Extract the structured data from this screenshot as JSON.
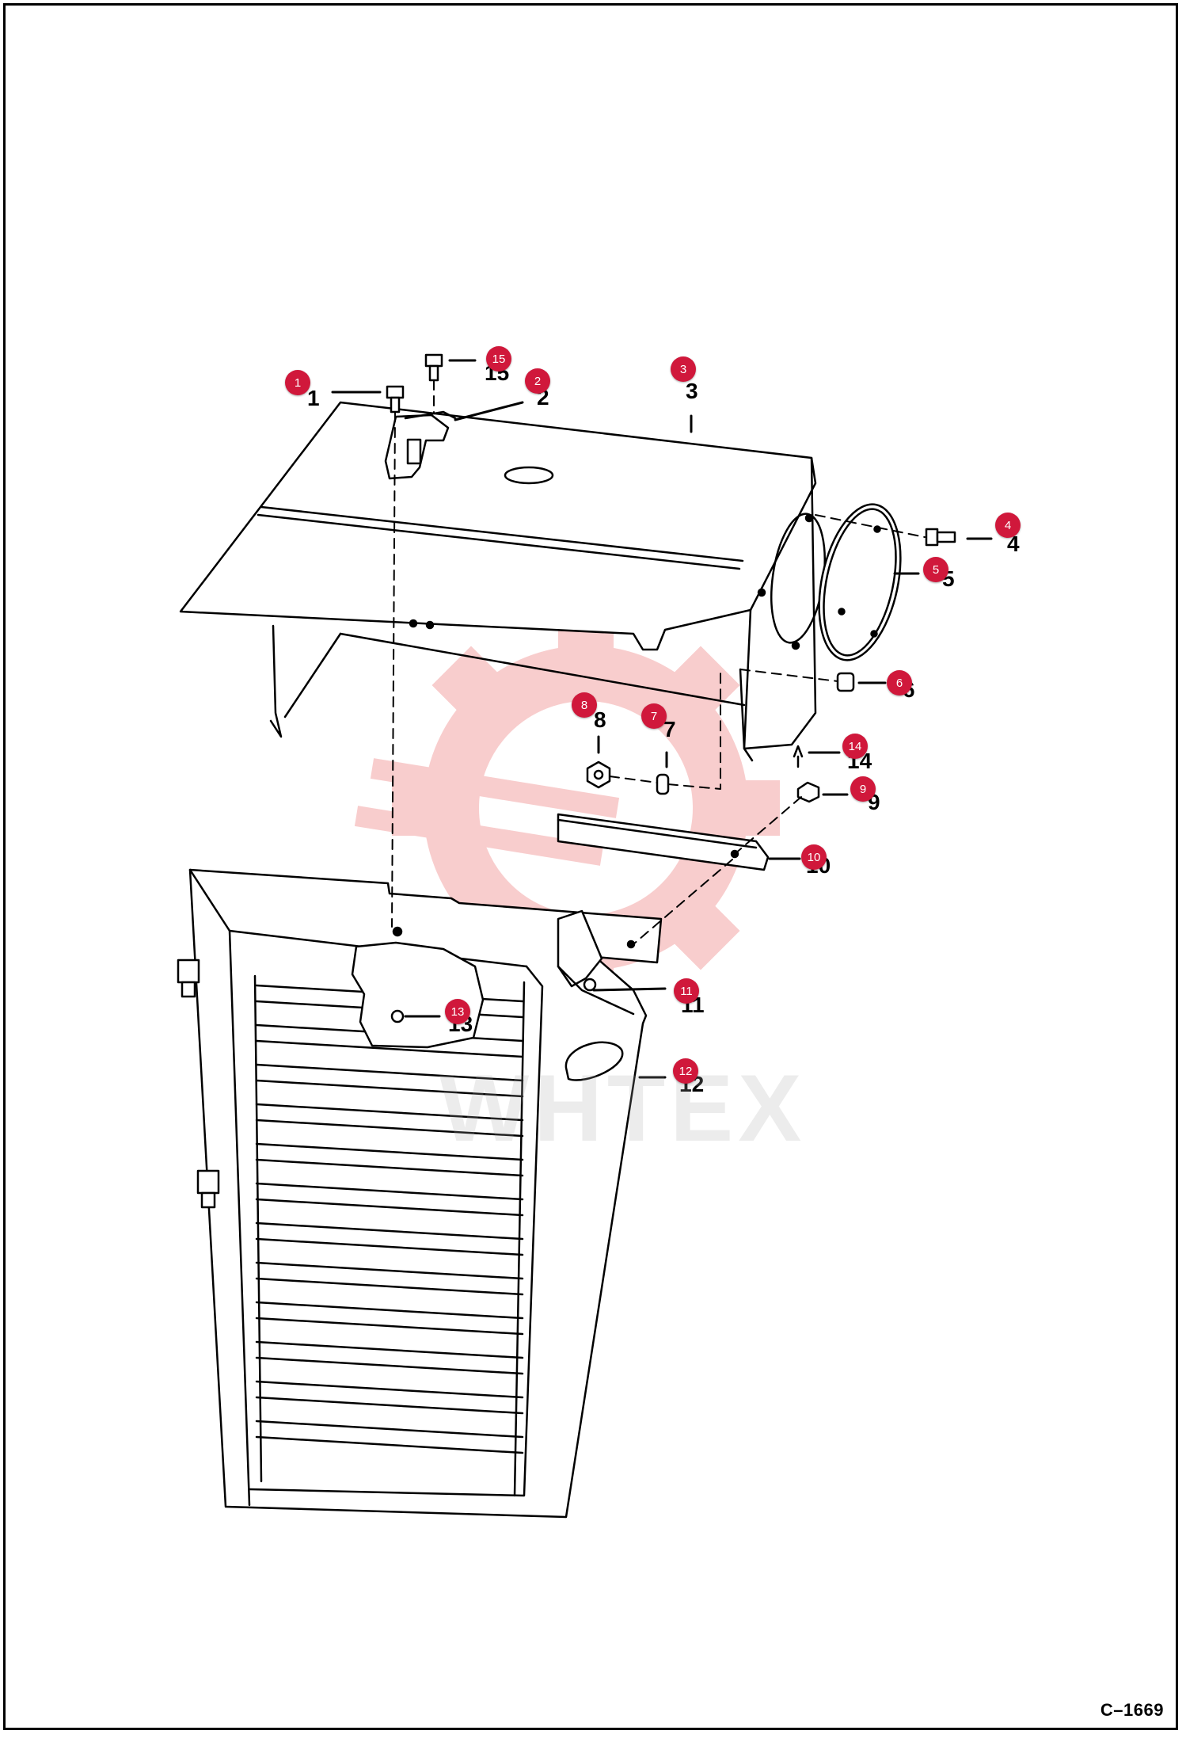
{
  "drawing": {
    "code": "C–1669",
    "watermark": "WHTEX"
  },
  "colors": {
    "callout": "#d0183b",
    "line": "#000000",
    "watermark_gear": "#f3a6a6"
  },
  "parts": [
    {
      "number": "1",
      "label": "1"
    },
    {
      "number": "2",
      "label": "2"
    },
    {
      "number": "3",
      "label": "3"
    },
    {
      "number": "4",
      "label": "4"
    },
    {
      "number": "5",
      "label": "5"
    },
    {
      "number": "6",
      "label": "6"
    },
    {
      "number": "7",
      "label": "7"
    },
    {
      "number": "8",
      "label": "8"
    },
    {
      "number": "9",
      "label": "9"
    },
    {
      "number": "10",
      "label": "10"
    },
    {
      "number": "11",
      "label": "11"
    },
    {
      "number": "12",
      "label": "12"
    },
    {
      "number": "13",
      "label": "13"
    },
    {
      "number": "14",
      "label": "14"
    },
    {
      "number": "15",
      "label": "15"
    }
  ]
}
